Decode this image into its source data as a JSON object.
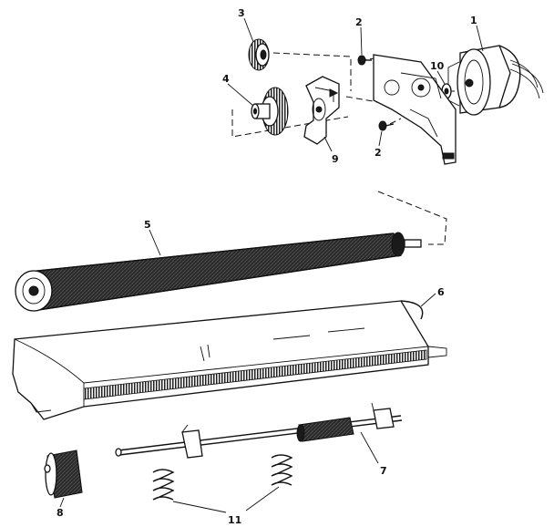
{
  "diagram": {
    "callouts": {
      "p1": "1",
      "p2a": "2",
      "p2b": "2",
      "p3": "3",
      "p4": "4",
      "p5": "5",
      "p6": "6",
      "p7": "7",
      "p8": "8",
      "p9": "9",
      "p10": "10",
      "p11": "11"
    }
  }
}
